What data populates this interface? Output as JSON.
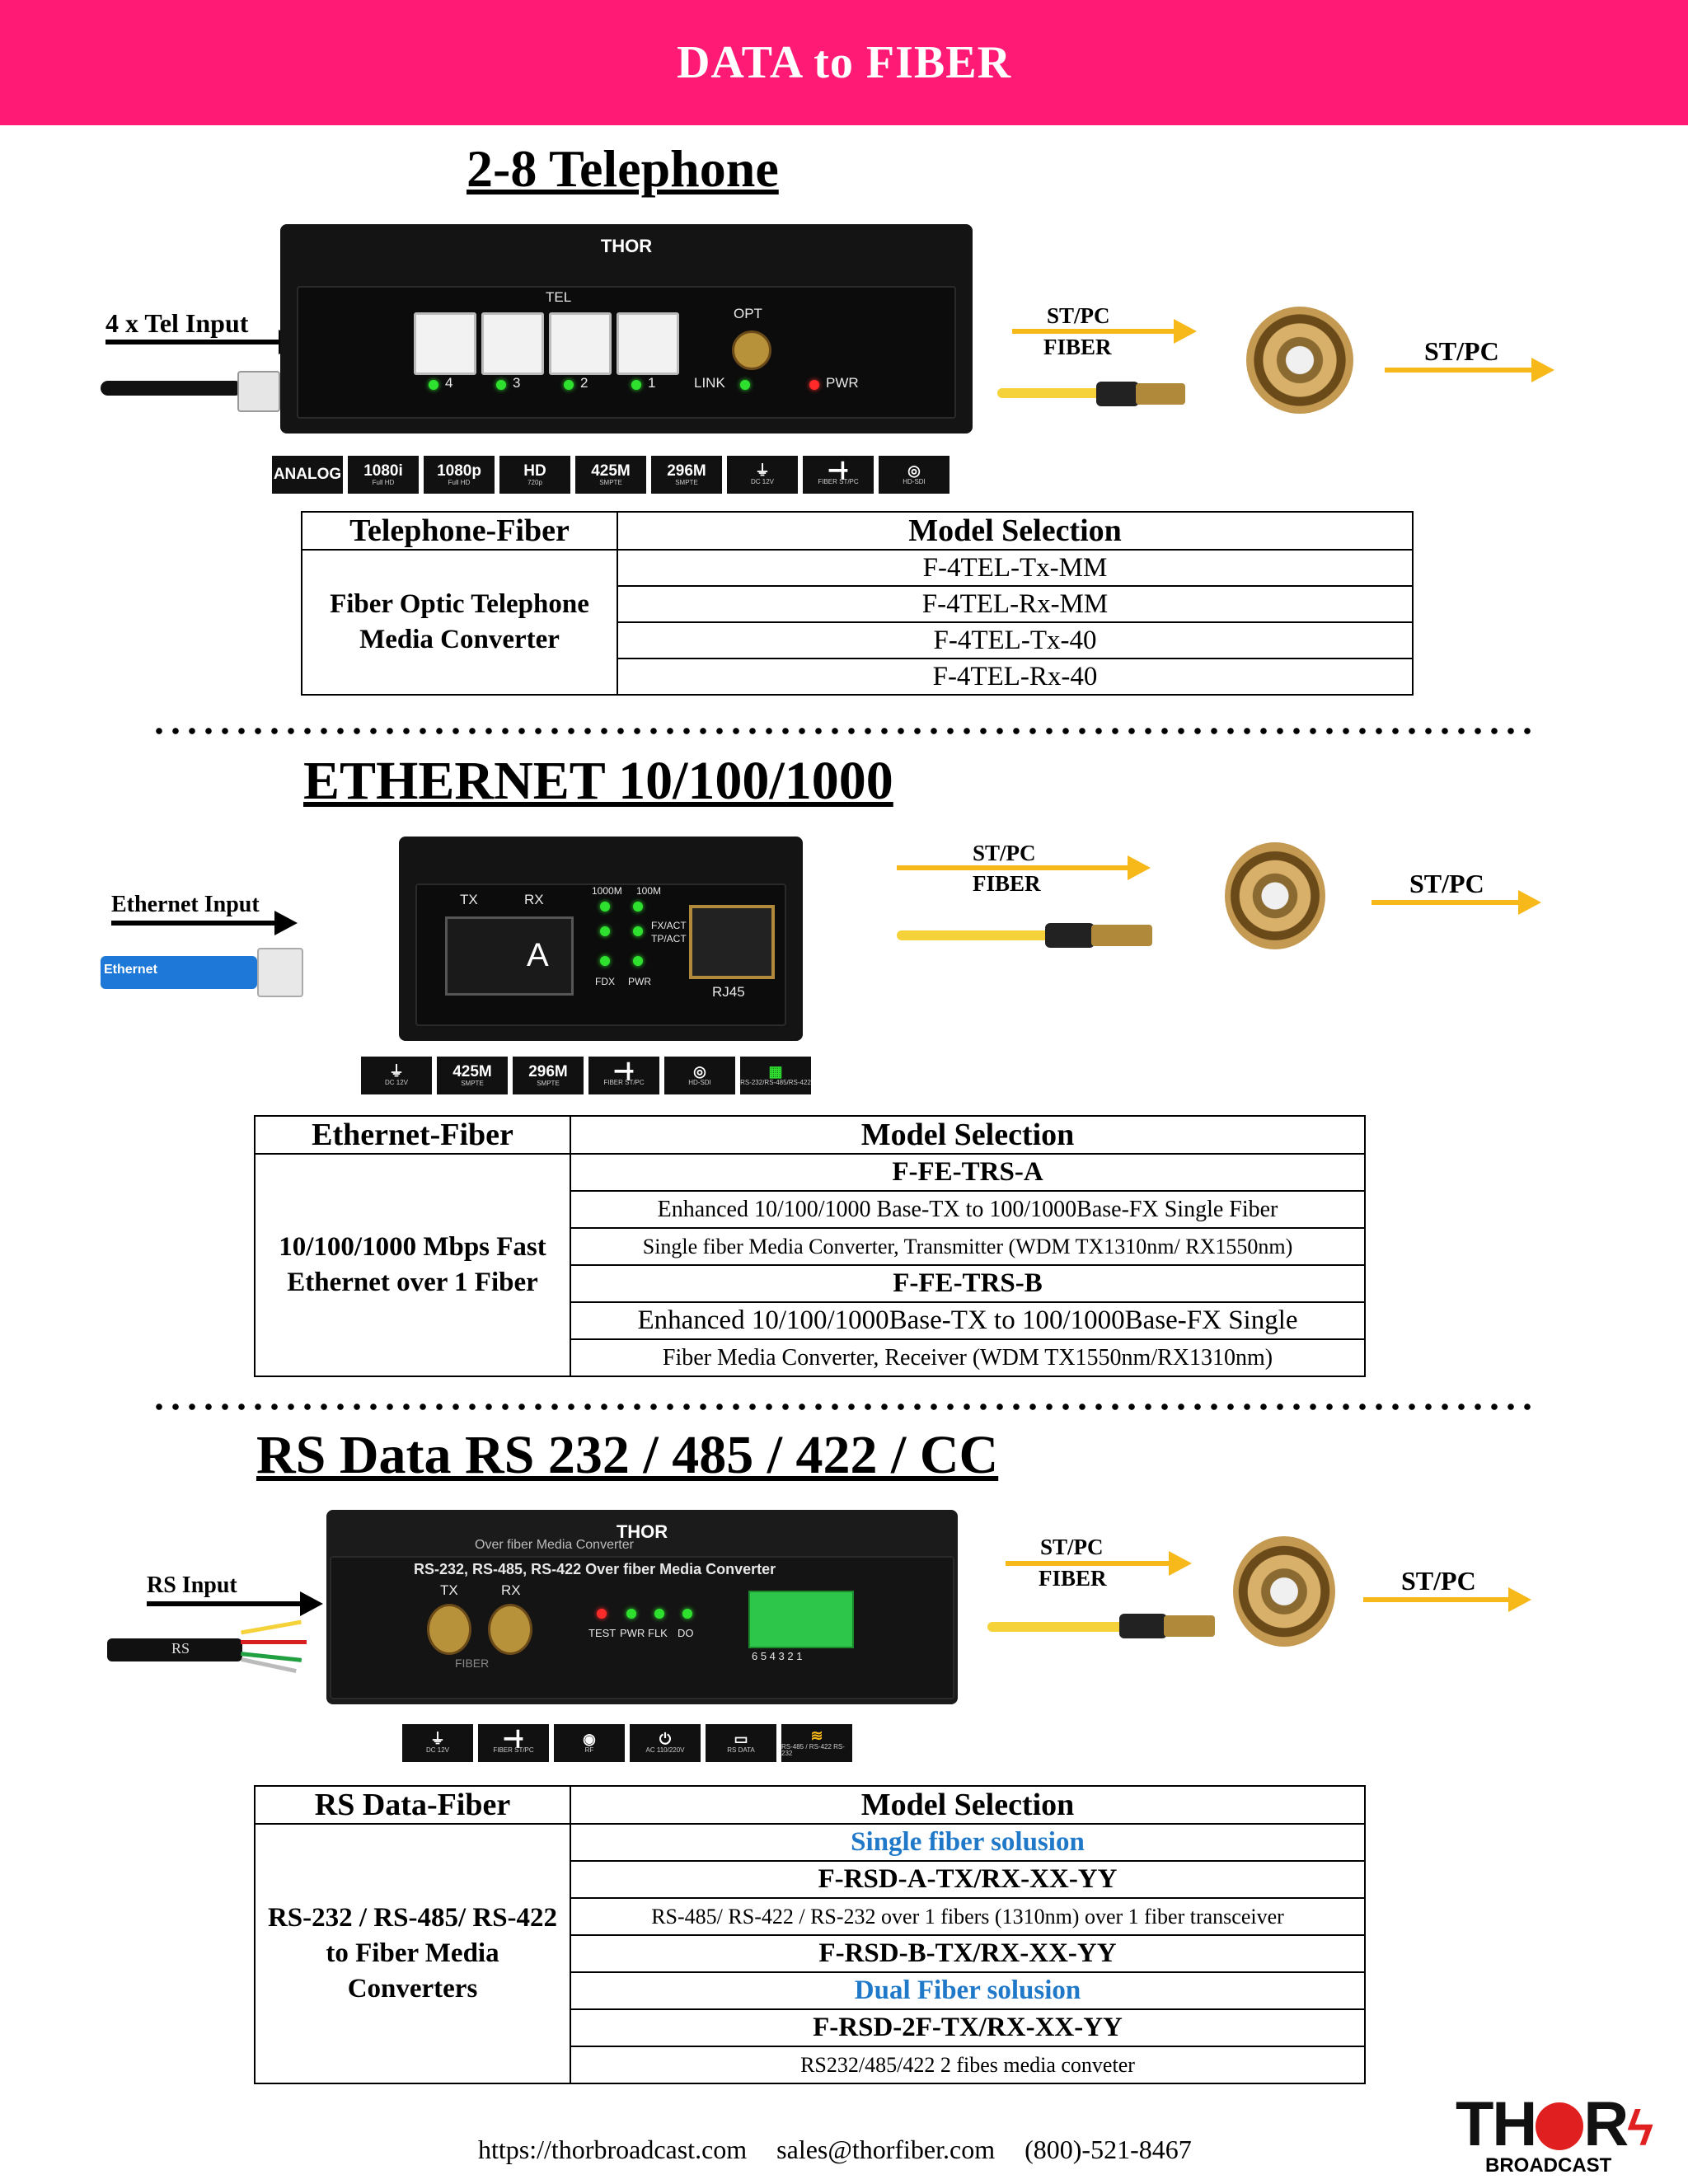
{
  "banner": {
    "title": "DATA to FIBER"
  },
  "sections": {
    "telephone": {
      "title": "2-8 Telephone",
      "input_label": "4 x Tel Input",
      "fiber_label_1": "ST/PC",
      "fiber_label_2": "FIBER",
      "output_label": "ST/PC",
      "device": {
        "brand": "THOR",
        "tel": "TEL",
        "opt": "OPT",
        "link": "LINK",
        "pwr": "PWR",
        "ports": [
          "4",
          "3",
          "2",
          "1"
        ]
      },
      "icons": [
        {
          "main": "ANALOG",
          "sub": ""
        },
        {
          "main": "1080i",
          "sub": "Full HD"
        },
        {
          "main": "1080p",
          "sub": "Full HD"
        },
        {
          "main": "HD",
          "sub": "720p"
        },
        {
          "main": "425M",
          "sub": "SMPTE"
        },
        {
          "main": "296M",
          "sub": "SMPTE"
        },
        {
          "main": "⏚",
          "sub": "DC 12V"
        },
        {
          "main": "━╋",
          "sub": "FIBER ST/PC"
        },
        {
          "main": "◎",
          "sub": "HD-SDI"
        }
      ],
      "table": {
        "header_left": "Telephone-Fiber",
        "header_right": "Model Selection",
        "left_line1": "Fiber Optic Telephone",
        "left_line2": "Media Converter",
        "rows": [
          "F-4TEL-Tx-MM",
          "F-4TEL-Rx-MM",
          "F-4TEL-Tx-40",
          "F-4TEL-Rx-40"
        ]
      }
    },
    "ethernet": {
      "title": "ETHERNET 10/100/1000",
      "input_label": "Ethernet Input",
      "cable_label": "Ethernet",
      "fiber_label_1": "ST/PC",
      "fiber_label_2": "FIBER",
      "output_label": "ST/PC",
      "device": {
        "tx": "TX",
        "rx": "RX",
        "a": "A",
        "rj45": "RJ45",
        "l1": "1000M",
        "l2": "100M",
        "l3": "FX/ACT",
        "l4": "TP/ACT",
        "l5": "FDX",
        "l6": "PWR"
      },
      "icons": [
        {
          "main": "⏚",
          "sub": "DC 12V"
        },
        {
          "main": "425M",
          "sub": "SMPTE"
        },
        {
          "main": "296M",
          "sub": "SMPTE"
        },
        {
          "main": "━╋",
          "sub": "FIBER ST/PC"
        },
        {
          "main": "◎",
          "sub": "HD-SDI"
        },
        {
          "main": "▦",
          "sub": "RS-232/RS-485/RS-422"
        }
      ],
      "table": {
        "header_left": "Ethernet-Fiber",
        "header_right": "Model Selection",
        "left_line1": "10/100/1000 Mbps Fast",
        "left_line2": "Ethernet over 1 Fiber",
        "rows": [
          "F-FE-TRS-A",
          "Enhanced 10/100/1000 Base-TX to 100/1000Base-FX Single Fiber",
          "Single fiber Media Converter, Transmitter (WDM TX1310nm/ RX1550nm)",
          "F-FE-TRS-B",
          "Enhanced 10/100/1000Base-TX to 100/1000Base-FX Single",
          "Fiber Media Converter, Receiver (WDM TX1550nm/RX1310nm)"
        ]
      }
    },
    "rs": {
      "title": "RS Data RS 232 / 485 / 422 / CC",
      "input_label": "RS Input",
      "cable_label": "RS",
      "fiber_label_1": "ST/PC",
      "fiber_label_2": "FIBER",
      "output_label": "ST/PC",
      "device": {
        "brand": "THOR",
        "top_text": "Over fiber Media Converter",
        "front_text": "RS-232, RS-485, RS-422 Over fiber Media Converter",
        "tx": "TX",
        "rx": "RX",
        "fiber": "FIBER",
        "leds": [
          "TEST",
          "PWR",
          "FLK",
          "DO"
        ],
        "pins": "6 5 4 3 2 1"
      },
      "icons": [
        {
          "main": "⏚",
          "sub": "DC 12V"
        },
        {
          "main": "━╋",
          "sub": "FIBER ST/PC"
        },
        {
          "main": "◉",
          "sub": "RF"
        },
        {
          "main": "⏻",
          "sub": "AC 110/220V"
        },
        {
          "main": "▭",
          "sub": "RS DATA"
        },
        {
          "main": "≋",
          "sub": "RS-485 / RS-422 RS-232"
        }
      ],
      "table": {
        "header_left": "RS Data-Fiber",
        "header_right": "Model Selection",
        "left_line1": "RS-232 / RS-485/ RS-422",
        "left_line2": "to Fiber Media",
        "left_line3": "Converters",
        "rows": [
          "Single fiber solusion",
          "F-RSD-A-TX/RX-XX-YY",
          "RS-485/  RS-422 / RS-232 over 1 fibers (1310nm) over 1 fiber transceiver",
          "F-RSD-B-TX/RX-XX-YY",
          "Dual Fiber solusion",
          "F-RSD-2F-TX/RX-XX-YY",
          "RS232/485/422 2 fibes media conveter"
        ]
      }
    }
  },
  "footer": {
    "website": "https://thorbroadcast.com",
    "email": "sales@thorfiber.com",
    "phone": "(800)-521-8467"
  },
  "logo": {
    "word_left": "TH",
    "word_right": "R",
    "sub": "BROADCAST"
  },
  "colors": {
    "banner": "#ff1a75",
    "arrow_fiber": "#f7b81a",
    "blue_text": "#1f78c8"
  }
}
